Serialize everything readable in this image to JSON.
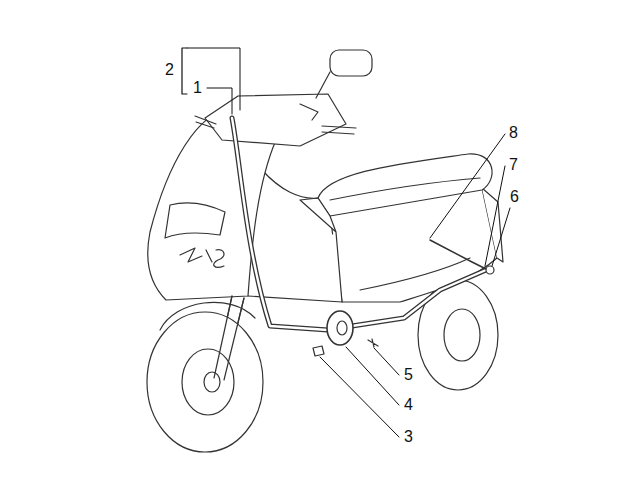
{
  "diagram": {
    "labels": [
      "2",
      "1",
      "8",
      "7",
      "6",
      "5",
      "4",
      "3"
    ]
  }
}
